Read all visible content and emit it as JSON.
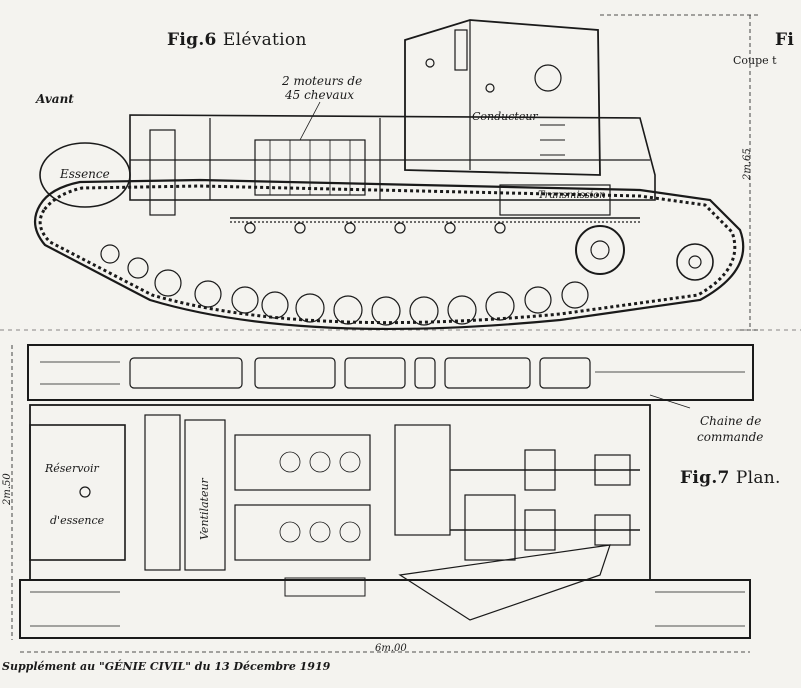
{
  "figures": {
    "fig6_number": "Fig.6",
    "fig6_title": "Elévation",
    "fig7_number": "Fig.7",
    "fig7_title": "Plan.",
    "fig8_partial": "Fi",
    "fig8_subtitle_partial": "Coupe t"
  },
  "labels": {
    "avant": "Avant",
    "engines_line1": "2 moteurs de",
    "engines_line2": "45 chevaux",
    "conducteur": "Conducteur",
    "essence": "Essence",
    "transmission": "Transmission",
    "chaine_line1": "Chaine de",
    "chaine_line2": "commande",
    "reservoir_line1": "Réservoir",
    "reservoir_line2": "d'essence",
    "ventilateur": "Ventilateur"
  },
  "dimensions": {
    "height": "2m.65",
    "width": "2m.50",
    "length": "6m.00"
  },
  "caption": "Supplément au \"GÉNIE CIVIL\" du 13 Décembre 1919"
}
